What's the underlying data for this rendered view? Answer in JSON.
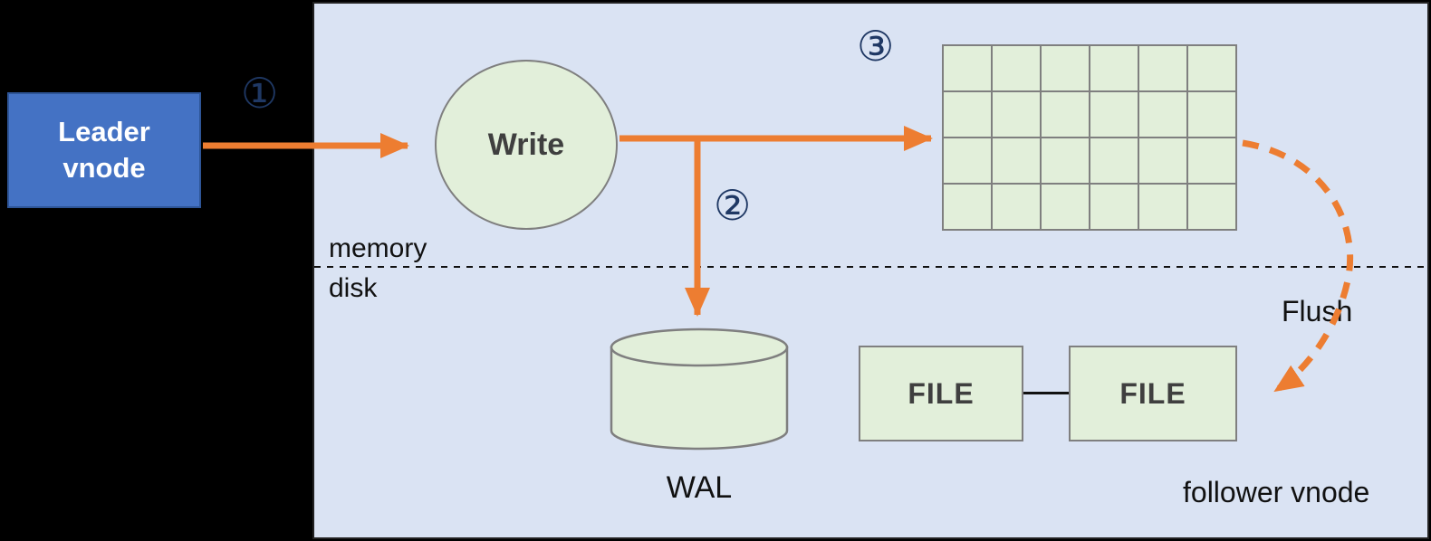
{
  "diagram": {
    "leader": {
      "label": "Leader vnode"
    },
    "steps": [
      {
        "marker": "①"
      },
      {
        "marker": "②"
      },
      {
        "marker": "③"
      }
    ],
    "memory_label": "memory",
    "disk_label": "disk",
    "write_label": "Write",
    "wal_label": "WAL",
    "files": [
      {
        "label": "FILE"
      },
      {
        "label": "FILE"
      }
    ],
    "flush_label": "Flush",
    "follower_label": "follower vnode",
    "grid": {
      "rows": 4,
      "cols": 6
    },
    "colors": {
      "outer_bg": "#000000",
      "panel_bg": "#dae3f3",
      "node_fill": "#e2efda",
      "node_border": "#7f7f7f",
      "arrow": "#ed7d31",
      "leader_fill": "#4472c4",
      "leader_border": "#2e5597",
      "marker_color": "#1f3864"
    }
  }
}
